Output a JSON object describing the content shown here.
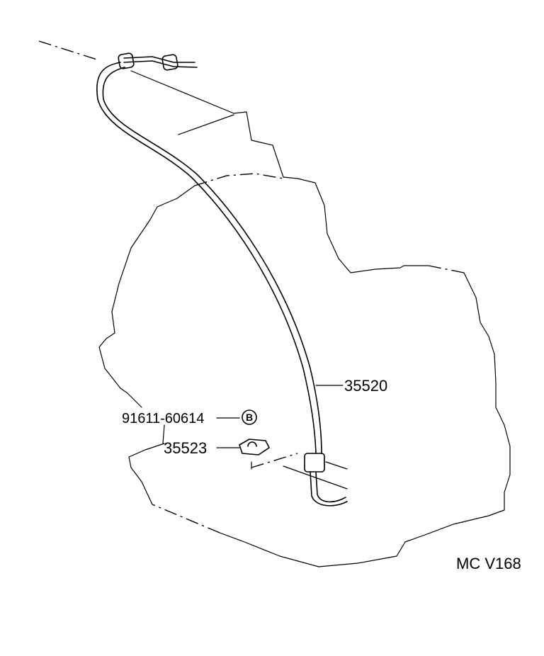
{
  "diagram": {
    "parts": [
      {
        "part_number": "35520"
      },
      {
        "part_number": "91611-60614",
        "badge": "B"
      },
      {
        "part_number": "35523"
      }
    ],
    "reference_code": "MC V168"
  }
}
